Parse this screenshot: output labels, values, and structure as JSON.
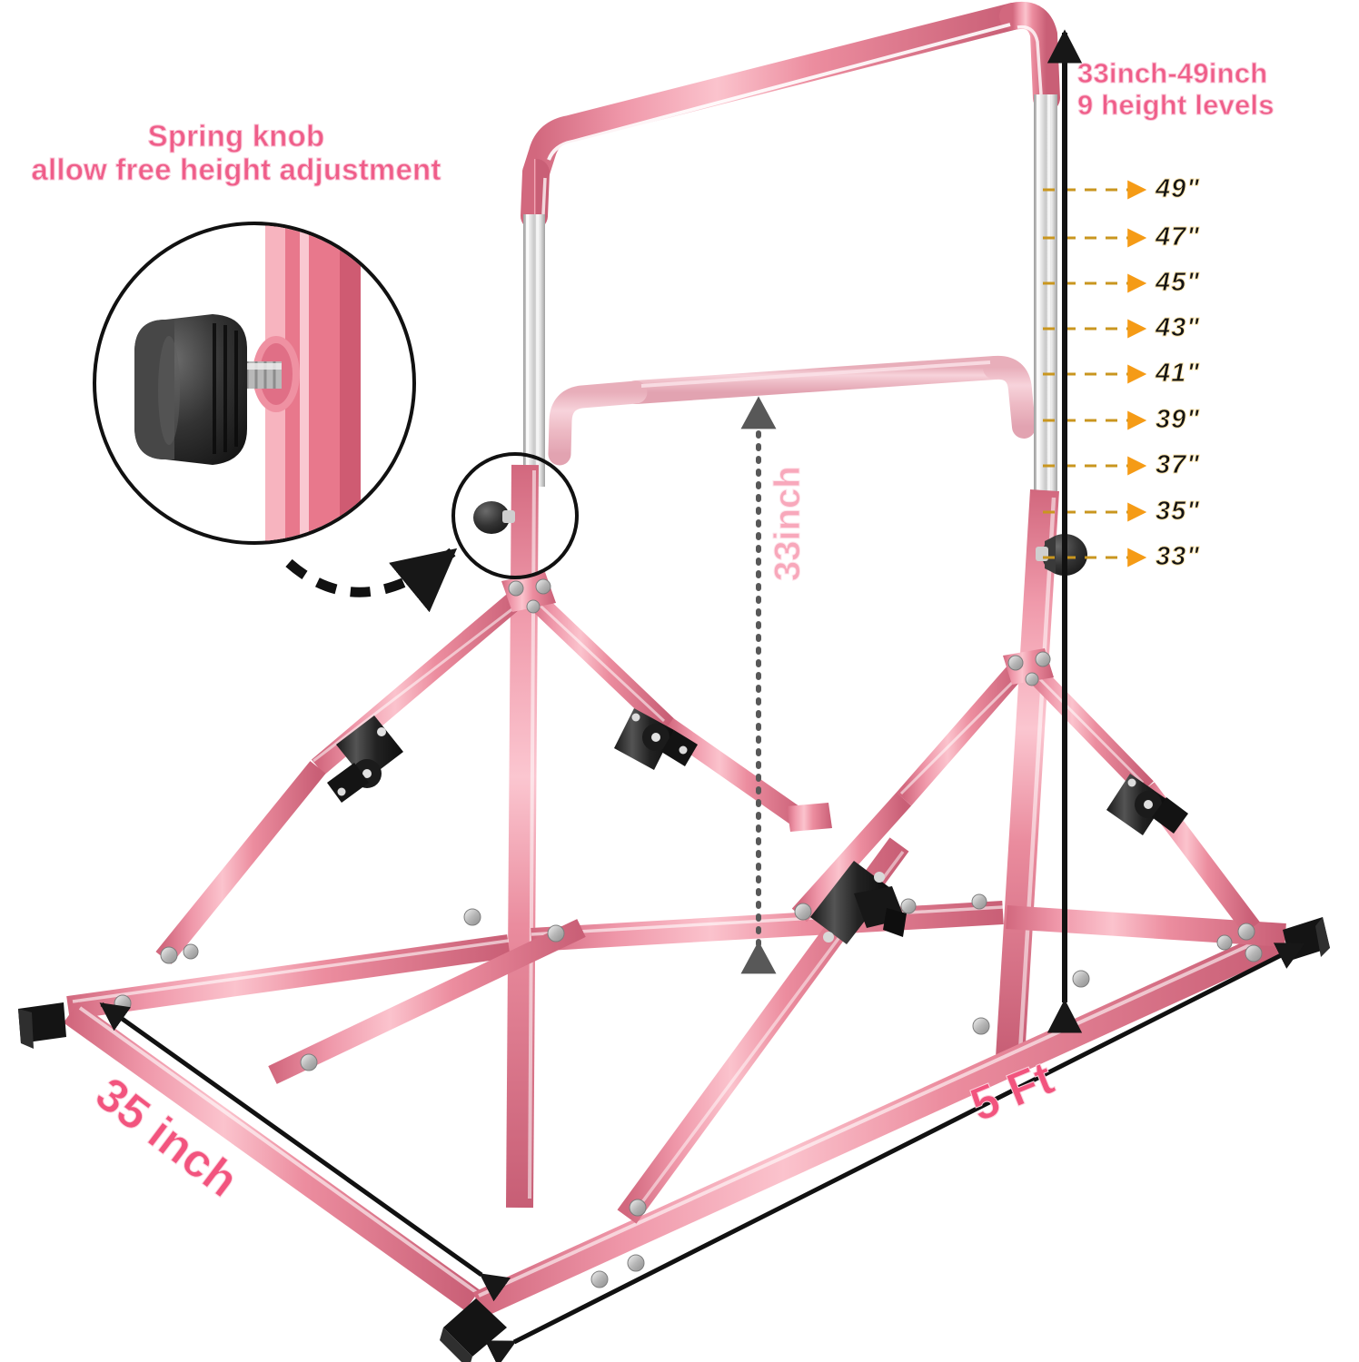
{
  "product": {
    "name": "adjustable gymnastics kip bar",
    "frame_color": "#e98b9f",
    "ghost_bar_color": "#eebcc6",
    "chrome_color": "#d8d8d8",
    "hardware_color": "#1a1a1a"
  },
  "annotations": {
    "knob_callout": {
      "line1": "Spring knob",
      "line2": "allow free height adjustment",
      "color": "#ef5d89"
    },
    "height_range": {
      "line1": "33inch-49inch",
      "line2": "9 height levels",
      "color": "#ef5d89"
    },
    "height_levels": [
      {
        "label": "49\""
      },
      {
        "label": "47\""
      },
      {
        "label": "45\""
      },
      {
        "label": "43\""
      },
      {
        "label": "41\""
      },
      {
        "label": "39\""
      },
      {
        "label": "37\""
      },
      {
        "label": "35\""
      },
      {
        "label": "33\""
      }
    ],
    "level_arrow_color": "#f59b16",
    "level_line_color": "#c9961f",
    "dimensions": {
      "depth": "35 inch",
      "width": "5 Ft",
      "bar_height": "33inch",
      "depth_color": "#f2547e",
      "width_color": "#f2547e",
      "bar_height_color": "#f8a8bb"
    }
  }
}
